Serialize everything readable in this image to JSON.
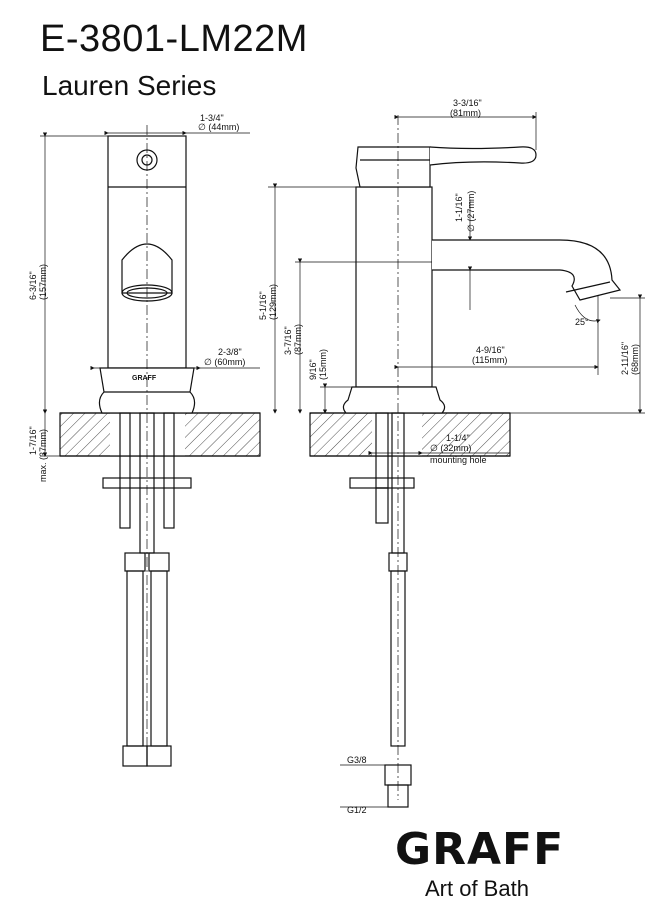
{
  "header": {
    "model": "E-3801-LM22M",
    "series": "Lauren Series"
  },
  "front_view": {
    "top_width": {
      "in": "1-3/4\"",
      "mm": "∅ (44mm)"
    },
    "height": {
      "in": "6-3/16\"",
      "mm": "(157mm)"
    },
    "base_diameter": {
      "in": "2-3/8\"",
      "mm": "∅ (60mm)"
    },
    "max_deck": {
      "in": "1-7/16\"",
      "mm": "max. (37mm)"
    },
    "base_label": "GRAFF"
  },
  "side_view": {
    "reach_handle": {
      "in": "3-3/16\"",
      "mm": "(81mm)"
    },
    "spout_diameter": {
      "in": "1-1/16\"",
      "mm": "∅ (27mm)"
    },
    "body_height": {
      "in": "5-1/16\"",
      "mm": "(129mm)"
    },
    "spout_height": {
      "in": "3-7/16\"",
      "mm": "(87mm)"
    },
    "base_height": {
      "in": "9/16\"",
      "mm": "(15mm)"
    },
    "spout_reach": {
      "in": "4-9/16\"",
      "mm": "(115mm)"
    },
    "aerator_height": {
      "in": "2-11/16\"",
      "mm": "(68mm)"
    },
    "angle": "25°",
    "hole": {
      "in": "1-1/4\"",
      "mm": "∅ (32mm)",
      "label": "mounting hole"
    },
    "connector_top": "G3/8",
    "connector_bottom": "G1/2"
  },
  "brand": {
    "logo": "GRAFF",
    "tagline": "Art of Bath"
  }
}
